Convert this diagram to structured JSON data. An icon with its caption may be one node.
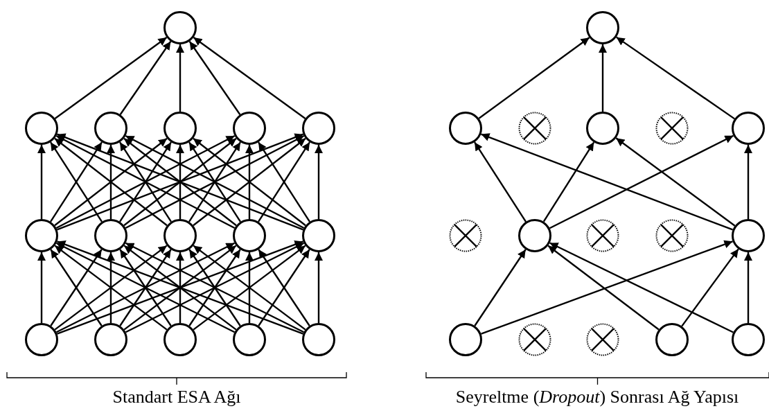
{
  "diagram": {
    "nodes": [
      {
        "text": [],
        "shape": "circle"
      },
      {
        "text": [],
        "shape": "circle"
      },
      {
        "text": [],
        "shape": "circle"
      },
      {
        "text": [],
        "shape": "circle"
      },
      {
        "text": [],
        "shape": "circle"
      },
      {
        "text": [],
        "shape": "circle"
      },
      {
        "text": [],
        "shape": "circle"
      },
      {
        "text": [],
        "shape": "circle"
      },
      {
        "text": [],
        "shape": "circle"
      },
      {
        "text": [],
        "shape": "circle"
      },
      {
        "text": [],
        "shape": "circle"
      },
      {
        "text": [],
        "shape": "circle"
      },
      {
        "text": [],
        "shape": "circle"
      },
      {
        "text": [],
        "shape": "circle"
      },
      {
        "text": [],
        "shape": "circle"
      },
      {
        "text": [],
        "shape": "circle"
      },
      {
        "text": [],
        "shape": "circle"
      },
      {
        "text": [],
        "shape": "circle"
      },
      {
        "text": [],
        "shape": "crossed-circle"
      },
      {
        "text": [],
        "shape": "circle"
      },
      {
        "text": [],
        "shape": "crossed-circle"
      },
      {
        "text": [],
        "shape": "circle"
      },
      {
        "text": [],
        "shape": "crossed-circle"
      },
      {
        "text": [],
        "shape": "circle"
      },
      {
        "text": [],
        "shape": "crossed-circle"
      },
      {
        "text": [],
        "shape": "crossed-circle"
      },
      {
        "text": [],
        "shape": "circle"
      },
      {
        "text": [],
        "shape": "circle"
      },
      {
        "text": [],
        "shape": "crossed-circle"
      },
      {
        "text": [],
        "shape": "crossed-circle"
      },
      {
        "text": [],
        "shape": "circle"
      },
      {
        "text": [],
        "shape": "circle"
      }
    ],
    "edges": [
      {
        "from": 1,
        "to": 0,
        "arrow": "to"
      },
      {
        "from": 2,
        "to": 0,
        "arrow": "to"
      },
      {
        "from": 3,
        "to": 0,
        "arrow": "to"
      },
      {
        "from": 4,
        "to": 0,
        "arrow": "to"
      },
      {
        "from": 5,
        "to": 0,
        "arrow": "to"
      },
      {
        "from": 6,
        "to": 1,
        "arrow": "to"
      },
      {
        "from": 6,
        "to": 2,
        "arrow": "to"
      },
      {
        "from": 6,
        "to": 3,
        "arrow": "to"
      },
      {
        "from": 6,
        "to": 4,
        "arrow": "to"
      },
      {
        "from": 6,
        "to": 5,
        "arrow": "to"
      },
      {
        "from": 7,
        "to": 1,
        "arrow": "to"
      },
      {
        "from": 7,
        "to": 2,
        "arrow": "to"
      },
      {
        "from": 7,
        "to": 3,
        "arrow": "to"
      },
      {
        "from": 7,
        "to": 4,
        "arrow": "to"
      },
      {
        "from": 7,
        "to": 5,
        "arrow": "to"
      },
      {
        "from": 8,
        "to": 1,
        "arrow": "to"
      },
      {
        "from": 8,
        "to": 2,
        "arrow": "to"
      },
      {
        "from": 8,
        "to": 3,
        "arrow": "to"
      },
      {
        "from": 8,
        "to": 4,
        "arrow": "to"
      },
      {
        "from": 8,
        "to": 5,
        "arrow": "to"
      },
      {
        "from": 9,
        "to": 1,
        "arrow": "to"
      },
      {
        "from": 9,
        "to": 2,
        "arrow": "to"
      },
      {
        "from": 9,
        "to": 3,
        "arrow": "to"
      },
      {
        "from": 9,
        "to": 4,
        "arrow": "to"
      },
      {
        "from": 9,
        "to": 5,
        "arrow": "to"
      },
      {
        "from": 10,
        "to": 1,
        "arrow": "to"
      },
      {
        "from": 10,
        "to": 2,
        "arrow": "to"
      },
      {
        "from": 10,
        "to": 3,
        "arrow": "to"
      },
      {
        "from": 10,
        "to": 4,
        "arrow": "to"
      },
      {
        "from": 10,
        "to": 5,
        "arrow": "to"
      },
      {
        "from": 11,
        "to": 6,
        "arrow": "to"
      },
      {
        "from": 11,
        "to": 7,
        "arrow": "to"
      },
      {
        "from": 11,
        "to": 8,
        "arrow": "to"
      },
      {
        "from": 11,
        "to": 9,
        "arrow": "to"
      },
      {
        "from": 11,
        "to": 10,
        "arrow": "to"
      },
      {
        "from": 12,
        "to": 6,
        "arrow": "to"
      },
      {
        "from": 12,
        "to": 7,
        "arrow": "to"
      },
      {
        "from": 12,
        "to": 8,
        "arrow": "to"
      },
      {
        "from": 12,
        "to": 9,
        "arrow": "to"
      },
      {
        "from": 12,
        "to": 10,
        "arrow": "to"
      },
      {
        "from": 13,
        "to": 6,
        "arrow": "to"
      },
      {
        "from": 13,
        "to": 7,
        "arrow": "to"
      },
      {
        "from": 13,
        "to": 8,
        "arrow": "to"
      },
      {
        "from": 13,
        "to": 9,
        "arrow": "to"
      },
      {
        "from": 13,
        "to": 10,
        "arrow": "to"
      },
      {
        "from": 14,
        "to": 6,
        "arrow": "to"
      },
      {
        "from": 14,
        "to": 7,
        "arrow": "to"
      },
      {
        "from": 14,
        "to": 8,
        "arrow": "to"
      },
      {
        "from": 14,
        "to": 9,
        "arrow": "to"
      },
      {
        "from": 14,
        "to": 10,
        "arrow": "to"
      },
      {
        "from": 15,
        "to": 6,
        "arrow": "to"
      },
      {
        "from": 15,
        "to": 7,
        "arrow": "to"
      },
      {
        "from": 15,
        "to": 8,
        "arrow": "to"
      },
      {
        "from": 15,
        "to": 9,
        "arrow": "to"
      },
      {
        "from": 15,
        "to": 10,
        "arrow": "to"
      },
      {
        "from": 17,
        "to": 16,
        "arrow": "to"
      },
      {
        "from": 19,
        "to": 16,
        "arrow": "to"
      },
      {
        "from": 21,
        "to": 16,
        "arrow": "to"
      },
      {
        "from": 23,
        "to": 17,
        "arrow": "to"
      },
      {
        "from": 23,
        "to": 19,
        "arrow": "to"
      },
      {
        "from": 23,
        "to": 21,
        "arrow": "to"
      },
      {
        "from": 26,
        "to": 17,
        "arrow": "to"
      },
      {
        "from": 26,
        "to": 19,
        "arrow": "to"
      },
      {
        "from": 26,
        "to": 21,
        "arrow": "to"
      },
      {
        "from": 27,
        "to": 23,
        "arrow": "to"
      },
      {
        "from": 27,
        "to": 26,
        "arrow": "to"
      },
      {
        "from": 30,
        "to": 23,
        "arrow": "to"
      },
      {
        "from": 30,
        "to": 26,
        "arrow": "to"
      },
      {
        "from": 31,
        "to": 23,
        "arrow": "to"
      },
      {
        "from": 31,
        "to": 26,
        "arrow": "to"
      }
    ],
    "labels": [
      "Standart ESA Ağı",
      "Seyreltme (*Dropout*) Sonrası Ağ Yapısı"
    ]
  }
}
